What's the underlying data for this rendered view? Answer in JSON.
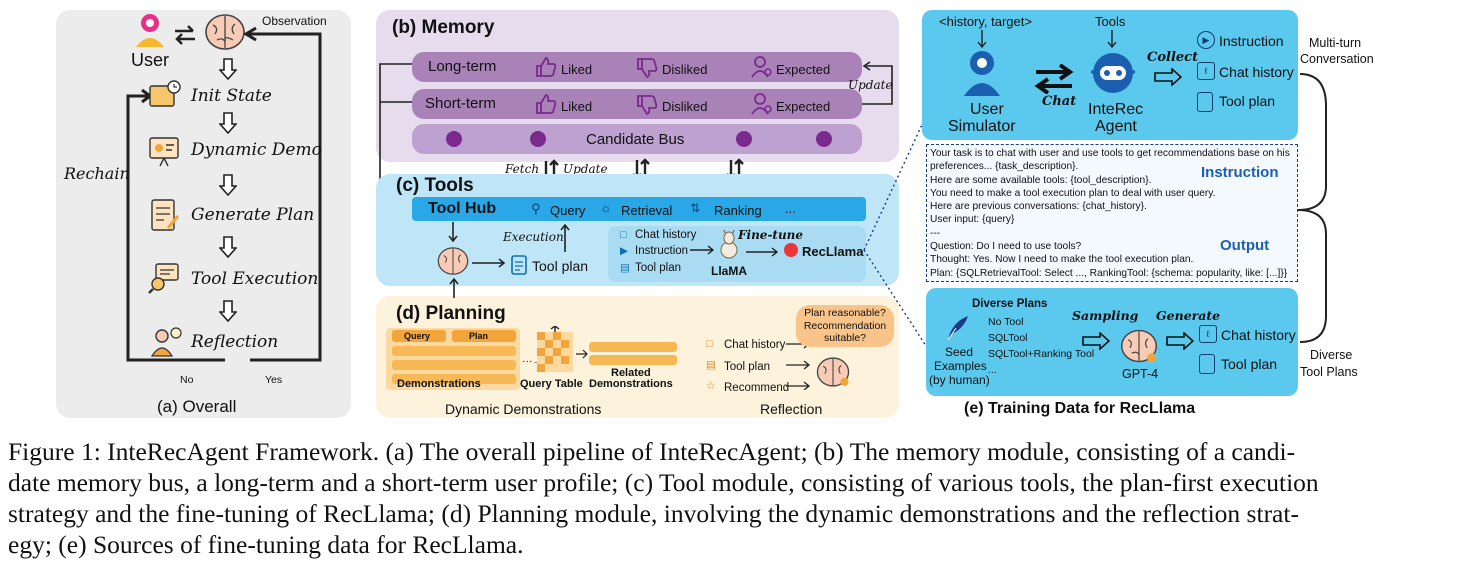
{
  "overall": {
    "user": "User",
    "observation": "Observation",
    "rechain": "Rechain",
    "steps": [
      "Init State",
      "Dynamic Demo",
      "Generate Plan",
      "Tool Execution",
      "Reflection"
    ],
    "no": "No",
    "yes": "Yes",
    "title": "(a) Overall"
  },
  "memory": {
    "title": "(b) Memory",
    "long_term": "Long-term",
    "short_term": "Short-term",
    "liked": "Liked",
    "disliked": "Disliked",
    "expected": "Expected",
    "update": "Update",
    "candidate_bus": "Candidate Bus",
    "fetch": "Fetch",
    "update2": "Update"
  },
  "tools": {
    "title": "(c) Tools",
    "tool_hub": "Tool Hub",
    "query": "Query",
    "retrieval": "Retrieval",
    "ranking": "Ranking",
    "ellipsis": "...",
    "execution": "Execution",
    "tool_plan": "Tool plan",
    "chat_history": "Chat history",
    "instruction": "Instruction",
    "tool_plan_small": "Tool plan",
    "fine_tune": "Fine-tune",
    "llama": "LlaMA",
    "recllama": "RecLlama"
  },
  "planning": {
    "title": "(d) Planning",
    "query_col": "Query",
    "plan_col": "Plan",
    "demonstrations": "Demonstrations",
    "query_table": "Query Table",
    "related": "Related",
    "related_demos": "Demonstrations",
    "dynamic_demos": "Dynamic Demonstrations",
    "chat_history": "Chat history",
    "tool_plan": "Tool plan",
    "recommend": "Recommend",
    "bubble": "Plan reasonable? Recommendation suitable?",
    "reflection": "Reflection"
  },
  "training": {
    "history_target": "<history, target>",
    "tools": "Tools",
    "collect": "Collect",
    "chat": "Chat",
    "user_sim_1": "User",
    "user_sim_2": "Simulator",
    "agent_1": "InteRec",
    "agent_2": "Agent",
    "out_instruction": "Instruction",
    "out_chat_history": "Chat history",
    "out_tool_plan": "Tool plan",
    "multi_turn_1": "Multi-turn",
    "multi_turn_2": "Conversation",
    "prompt_lines": [
      "Your task is to chat with user and use tools to get recommendations base on his",
      "preferences... {task_description}.",
      "Here are some available tools: {tool_description}.",
      "You need to make a tool execution plan to deal with user query.",
      "Here are previous conversations: {chat_history}.",
      "User input: {query}",
      "---",
      "Question: Do I need to use tools?",
      "Thought: Yes. Now I need to make the tool execution plan.",
      "Plan: {SQLRetrievalTool: Select ...,  RankingTool: {schema: popularity, like: [...]}}"
    ],
    "instruction_label": "Instruction",
    "output_label": "Output",
    "diverse_plans": "Diverse Plans",
    "plans": [
      "No Tool",
      "SQLTool",
      "SQLTool+Ranking Tool",
      "..."
    ],
    "seed_1": "Seed",
    "seed_2": "Examples",
    "seed_3": "(by human)",
    "sampling": "Sampling",
    "generate": "Generate",
    "gpt4": "GPT-4",
    "gen_chat_history": "Chat history",
    "gen_tool_plan": "Tool plan",
    "diverse_1": "Diverse",
    "diverse_2": "Tool Plans",
    "title": "(e) Training Data for RecLlama"
  },
  "caption": [
    "Figure 1: InteRecAgent Framework. (a) The overall pipeline of InteRecAgent; (b) The memory module, consisting of a candi-",
    "date memory bus, a long-term and a short-term user profile; (c) Tool module, consisting of various tools, the plan-first execution",
    "strategy and the fine-tuning of RecLlama; (d) Planning module, involving the dynamic demonstrations and the reflection strat-",
    "egy; (e) Sources of fine-tuning data for RecLlama."
  ],
  "colors": {
    "panel_a": "#ececec",
    "panel_b": "#e6dcee",
    "panel_c": "#bfe6f7",
    "tool_hub": "#2aa7e6",
    "panel_d": "#fdf2dc",
    "panel_e": "#5bc8ee",
    "accent_purple": "#7a2a8c",
    "accent_orange": "#f2a53a"
  }
}
